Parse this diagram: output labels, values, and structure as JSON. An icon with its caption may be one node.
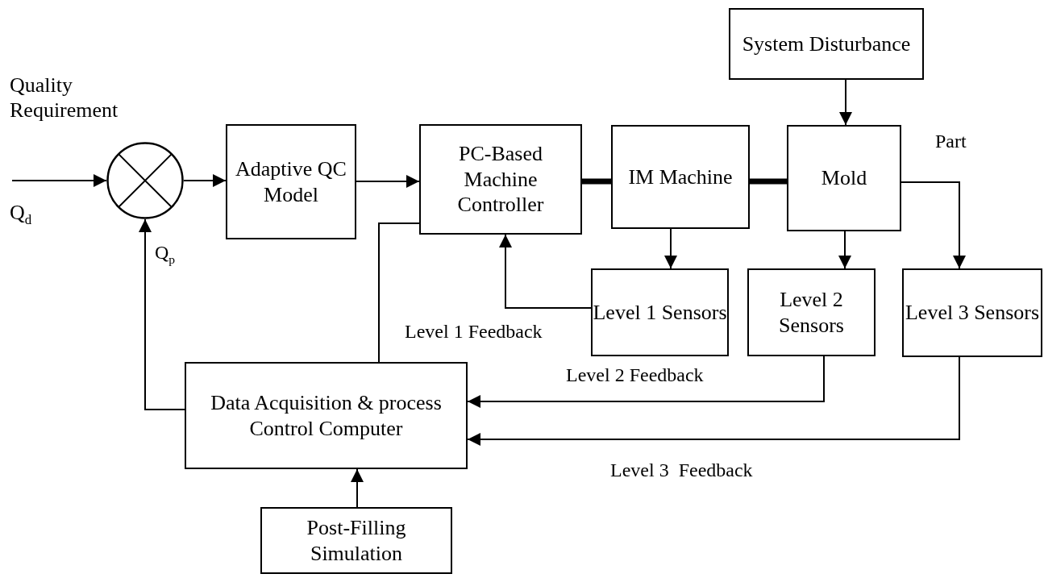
{
  "diagram": {
    "nodes": [
      {
        "text": [],
        "shape": "circle"
      },
      {
        "text": [
          "Adaptive QC Model"
        ]
      },
      {
        "text": [
          "PC-Based Machine Controller"
        ]
      },
      {
        "text": [
          "IM Machine"
        ]
      },
      {
        "text": [
          "System Disturbance"
        ]
      },
      {
        "text": [
          "Mold"
        ]
      },
      {
        "text": [
          "Level 1 Sensors"
        ]
      },
      {
        "text": [
          "Level 2 Sensors"
        ]
      },
      {
        "text": [
          "Level 3 Sensors"
        ]
      },
      {
        "text": [
          "Data Acquisition & process Control Computer"
        ]
      },
      {
        "text": [
          "Post-Filling Simulation"
        ]
      }
    ],
    "edges": [
      {
        "from": null,
        "to": 0,
        "arrow": "to"
      },
      {
        "from": 0,
        "to": 1,
        "arrow": "to"
      },
      {
        "from": 1,
        "to": 2,
        "arrow": "to"
      },
      {
        "from": 2,
        "to": 3,
        "arrow": "none",
        "style": "thick"
      },
      {
        "from": 3,
        "to": 5,
        "arrow": "none",
        "style": "thick"
      },
      {
        "from": 4,
        "to": 5,
        "arrow": "to"
      },
      {
        "from": 3,
        "to": 6,
        "arrow": "to"
      },
      {
        "from": 5,
        "to": 7,
        "arrow": "to"
      },
      {
        "from": 5,
        "to": 8,
        "arrow": "to",
        "label": "Part"
      },
      {
        "from": 6,
        "to": 2,
        "arrow": "to",
        "label": "Level 1 Feedback"
      },
      {
        "from": 7,
        "to": 9,
        "arrow": "to",
        "label": "Level 2 Feedback"
      },
      {
        "from": 8,
        "to": 9,
        "arrow": "to",
        "label": "Level 3  Feedback"
      },
      {
        "from": 9,
        "to": 0,
        "arrow": "to",
        "label": "Q$_{p}$"
      },
      {
        "from": 9,
        "to": 2,
        "arrow": "none"
      },
      {
        "from": 10,
        "to": 9,
        "arrow": "to"
      }
    ],
    "labels": [
      "Quality Requirement",
      "Q$_{d}$"
    ]
  }
}
